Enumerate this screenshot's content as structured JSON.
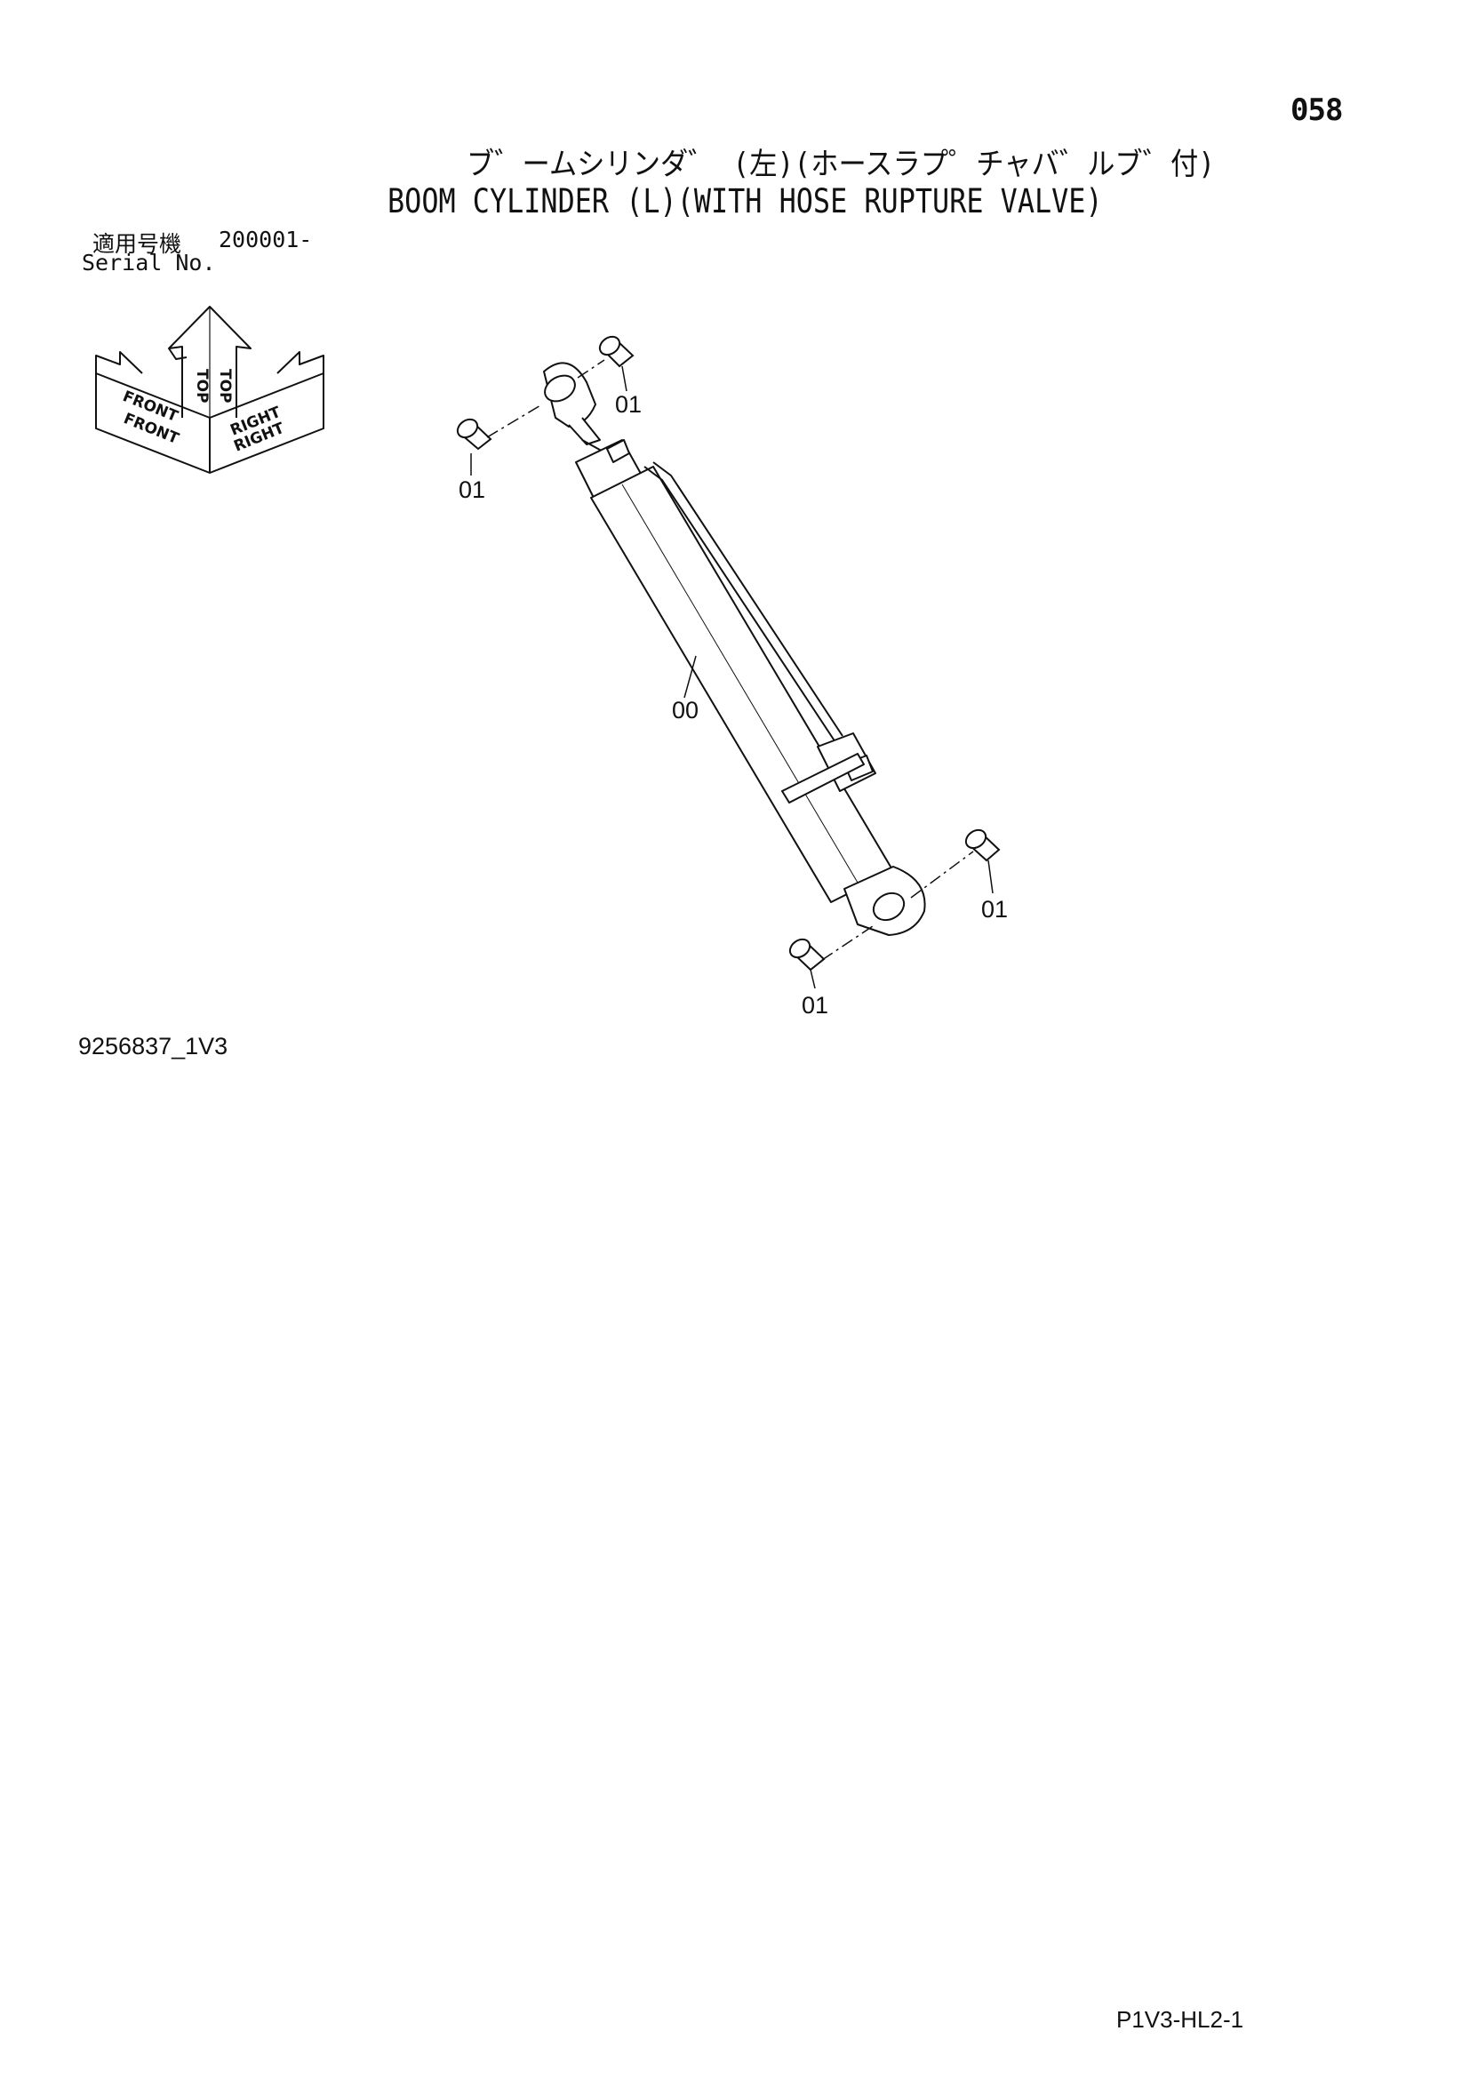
{
  "header": {
    "page_number": "058",
    "title_ja": "ブ゛ームシリンダ゛ (左)(ホースラプ゜チャバ゛ルブ゛付)",
    "title_en": "BOOM CYLINDER (L)(WITH HOSE RUPTURE VALVE)"
  },
  "serial": {
    "label_ja": "適用号機",
    "value": "200001-",
    "label_en": "Serial No."
  },
  "orientation": {
    "front": "FRONT",
    "top": "TOP",
    "right": "RIGHT"
  },
  "callouts": {
    "cylinder": "00",
    "bushing": "01"
  },
  "footer": {
    "drawing_number": "9256837_1V3",
    "sheet_code": "P1V3-HL2-1"
  }
}
